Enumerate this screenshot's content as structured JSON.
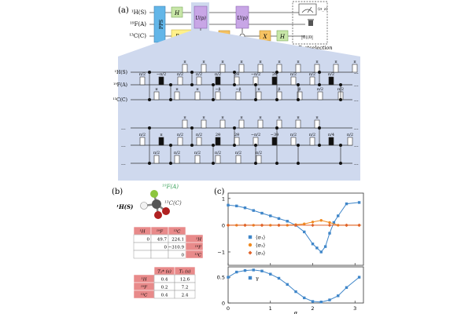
{
  "panels": {
    "a": "(a)",
    "b": "(b)",
    "c": "(c)"
  },
  "circuit": {
    "qubits": [
      "¹H(S)",
      "¹⁹F(A)",
      "¹³C(C)"
    ],
    "pps": "PPS",
    "h": "H",
    "u": "U(p)",
    "ry": "R_y(2α)",
    "x": "X",
    "meas": "⟨σ_z⟩",
    "proj": "|0⟩⟨0|",
    "postselection": "Postselection"
  },
  "pulse": {
    "row1_labels": [
      "π",
      "π",
      "π",
      "π",
      "π",
      "π",
      "π",
      "π",
      "π",
      "π"
    ],
    "row1_mid": [
      "π/2",
      "−π/2",
      "π/2",
      "π/2",
      "π/2",
      "2θ",
      "−π/2",
      "2θ",
      "π/2",
      "π/2",
      "π/2"
    ],
    "row1_c": [
      "π",
      "π",
      "π",
      "−β",
      "−β",
      "π",
      "β",
      "β",
      "π/2",
      "π/2"
    ],
    "row2_labels": [
      "π",
      "π",
      "π",
      "π",
      "π",
      "π",
      "π",
      "π"
    ],
    "row2_mid": [
      "π/2",
      "π",
      "π/2",
      "π/2",
      "2θ",
      "2θ",
      "−π/2",
      "−3θ",
      "π/2",
      "π/2",
      "π/4",
      "π/2"
    ],
    "row2_c": [
      "π/2",
      "π/2",
      "π/2",
      "π/2",
      "π/2",
      "π/2"
    ],
    "dots": "..."
  },
  "molecule": {
    "f": "¹⁹F(A)",
    "h": "¹H(S)",
    "c": "¹³C(C)"
  },
  "table1": {
    "header": [
      "¹H",
      "¹⁹F",
      "¹³C"
    ],
    "rows": [
      [
        "0",
        "49.7",
        "224.1",
        "¹H"
      ],
      [
        "",
        "0",
        "−310.9",
        "¹⁹F"
      ],
      [
        "",
        "",
        "0",
        "¹³C"
      ]
    ]
  },
  "table2": {
    "header": [
      "",
      "T₂* (s)",
      "T₁ (s)"
    ],
    "rows": [
      [
        "¹H",
        "0.4",
        "12.6"
      ],
      [
        "¹⁹F",
        "0.2",
        "7.2"
      ],
      [
        "¹³C",
        "0.4",
        "2.4"
      ]
    ]
  },
  "colors": {
    "pps": "#63b6e8",
    "h": "#c8e6a8",
    "u": "#c8a6e6",
    "ry": "#fff08a",
    "x": "#f6c262",
    "band": "#cfd9ee",
    "blue": "#3f86c9",
    "orange": "#f08a20",
    "tblhead": "#e88a8a"
  },
  "chart_data": [
    {
      "type": "scatter",
      "xlim": [
        0,
        3.2
      ],
      "ylim": [
        -1.5,
        1.2
      ],
      "yticks": [
        "1",
        "0",
        "−1"
      ],
      "series": [
        {
          "name": "⟨σ₁⟩",
          "color": "#3f86c9",
          "x": [
            0,
            0.2,
            0.4,
            0.6,
            0.8,
            1.0,
            1.2,
            1.4,
            1.6,
            1.8,
            2.0,
            2.1,
            2.2,
            2.3,
            2.4,
            2.5,
            2.6,
            2.8,
            3.1
          ],
          "y": [
            0.75,
            0.72,
            0.65,
            0.55,
            0.45,
            0.35,
            0.25,
            0.15,
            0.0,
            -0.25,
            -0.7,
            -0.85,
            -1.0,
            -0.8,
            -0.3,
            0.1,
            0.35,
            0.8,
            0.85
          ]
        },
        {
          "name": "⟨σ₂⟩",
          "color": "#f08a20",
          "x": [
            0,
            0.2,
            0.4,
            0.6,
            0.8,
            1.0,
            1.2,
            1.4,
            1.6,
            1.8,
            2.0,
            2.2,
            2.4,
            2.6,
            2.8,
            3.1
          ],
          "y": [
            0.0,
            0.0,
            0.0,
            0.0,
            0.0,
            0.0,
            0.0,
            0.0,
            0.02,
            0.05,
            0.12,
            0.18,
            0.1,
            0.0,
            0.0,
            0.0
          ]
        },
        {
          "name": "⟨σ₃⟩",
          "color": "#e0622a",
          "x": [
            0,
            0.4,
            0.8,
            1.2,
            1.6,
            2.0,
            2.4,
            2.8,
            3.1
          ],
          "y": [
            0.0,
            0.0,
            0.0,
            0.0,
            0.0,
            0.0,
            0.0,
            0.0,
            0.0
          ]
        }
      ]
    },
    {
      "type": "scatter",
      "xlim": [
        0,
        3.2
      ],
      "ylim": [
        0,
        0.7
      ],
      "xticks": [
        "0",
        "1",
        "2",
        "3"
      ],
      "xlabel": "α",
      "yticks": [
        "0.5",
        "0"
      ],
      "series": [
        {
          "name": "γ",
          "color": "#3f86c9",
          "x": [
            0,
            0.2,
            0.4,
            0.6,
            0.8,
            1.0,
            1.2,
            1.4,
            1.6,
            1.8,
            2.0,
            2.2,
            2.4,
            2.6,
            2.8,
            3.1
          ],
          "y": [
            0.5,
            0.6,
            0.63,
            0.64,
            0.62,
            0.56,
            0.48,
            0.36,
            0.22,
            0.1,
            0.03,
            0.02,
            0.06,
            0.14,
            0.3,
            0.5
          ]
        }
      ]
    }
  ]
}
